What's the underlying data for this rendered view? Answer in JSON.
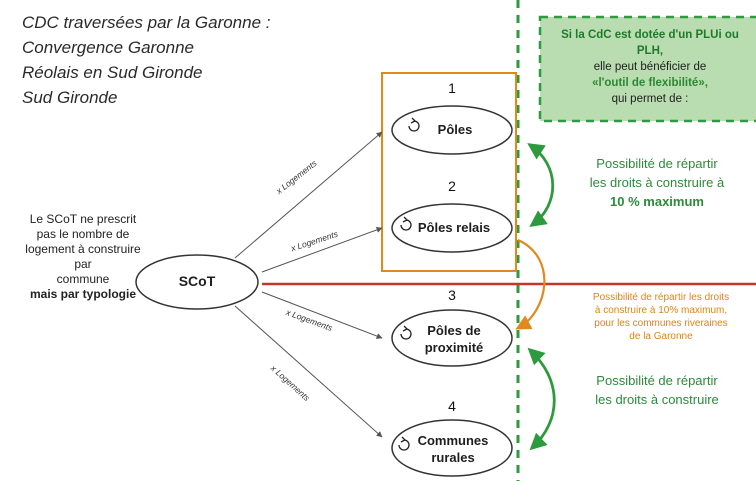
{
  "title_lines": [
    "CDC traversées par la Garonne :",
    "Convergence Garonne",
    "Réolais en Sud Gironde",
    "Sud Gironde"
  ],
  "scot_note": {
    "lines": [
      "Le SCoT ne prescrit",
      "pas le nombre de",
      "logement à construire",
      "par",
      "commune"
    ],
    "bold_line": "mais par typologie"
  },
  "scot_label": "SCoT",
  "edge_label": "x Logements",
  "nodes": [
    {
      "number": "1",
      "label": "Pôles"
    },
    {
      "number": "2",
      "label": "Pôles relais"
    },
    {
      "number": "3",
      "label": "Pôles de proximité"
    },
    {
      "number": "4",
      "label": "Communes rurales"
    }
  ],
  "green_box": {
    "line1": "Si la CdC est dotée d'un PLUi ou",
    "line2": "PLH,",
    "line3": "elle peut bénéficier de",
    "line4": "«l'outil de flexibilité»,",
    "line5": "qui permet de :"
  },
  "note_top": {
    "line1": "Possibilité de répartir",
    "line2": "les droits à construire à",
    "line3": "10 % maximum"
  },
  "note_orange": {
    "line1": "Possibilité de répartir les droits",
    "line2": "à construire à 10% maximum,",
    "line3": "pour les communes riveraines",
    "line4": "de la Garonne"
  },
  "note_bottom": {
    "line1": "Possibilité de répartir",
    "line2": "les droits à construire"
  },
  "colors": {
    "orange": "#e08a1e",
    "green": "#2e9a3e",
    "red": "#c8362b",
    "green_box": "#b9dcb0"
  }
}
